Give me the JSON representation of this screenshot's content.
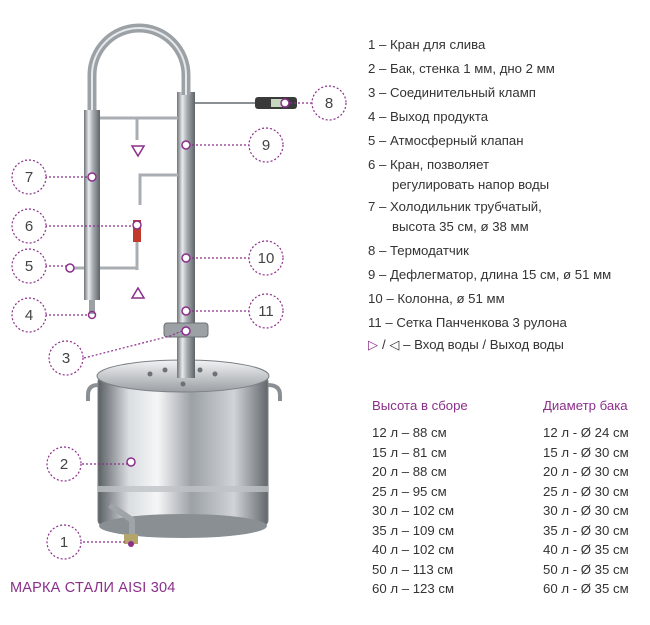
{
  "legend": {
    "items": [
      {
        "num": "1",
        "text": "1 – Кран для слива"
      },
      {
        "num": "2",
        "text": "2 – Бак, стенка 1 мм, дно 2 мм"
      },
      {
        "num": "3",
        "text": "3 – Соединительный кламп"
      },
      {
        "num": "4",
        "text": "4 – Выход продукта"
      },
      {
        "num": "5",
        "text": "5 – Атмосферный клапан"
      },
      {
        "num": "6",
        "text": "6 – Кран, позволяет",
        "cont": "регулировать напор воды"
      },
      {
        "num": "7",
        "text": "7 – Холодильник трубчатый,",
        "cont": "высота 35 см, ø 38 мм"
      },
      {
        "num": "8",
        "text": "8 – Термодатчик"
      },
      {
        "num": "9",
        "text": "9 – Дефлегматор, длина 15 см, ø 51 мм"
      },
      {
        "num": "10",
        "text": "10 – Колонна, ø 51 мм"
      },
      {
        "num": "11",
        "text": "11 – Сетка Панченкова 3 рулона"
      }
    ],
    "water_note": "/ ◁ – Вход воды / Выход воды",
    "water_in_symbol": "▷"
  },
  "table": {
    "height_header": "Высота в сборе",
    "diameter_header": "Диаметр бака",
    "rows": [
      {
        "height": "12 л – 88 см",
        "diameter": "12 л - Ø 24 см"
      },
      {
        "height": "15 л – 81 см",
        "diameter": "15 л - Ø 30 см"
      },
      {
        "height": "20 л – 88 см",
        "diameter": "20 л - Ø 30 см"
      },
      {
        "height": "25 л – 95 см",
        "diameter": "25 л - Ø 30 см"
      },
      {
        "height": "30 л – 102 см",
        "diameter": "30 л - Ø 30 см"
      },
      {
        "height": "35 л – 109 см",
        "diameter": "35 л - Ø 30 см"
      },
      {
        "height": "40 л – 102 см",
        "diameter": "40 л - Ø 35 см"
      },
      {
        "height": "50 л – 113 см",
        "diameter": "50 л - Ø 35 см"
      },
      {
        "height": "60 л – 123 см",
        "diameter": "60 л - Ø 35 см"
      }
    ]
  },
  "steel_grade": "МАРКА СТАЛИ AISI 304",
  "callouts": [
    "1",
    "2",
    "3",
    "4",
    "5",
    "6",
    "7",
    "8",
    "9",
    "10",
    "11"
  ],
  "colors": {
    "accent": "#8b2f8b",
    "steel": "#b8bcc0",
    "text": "#333333"
  },
  "icons": {
    "water_in": "triangle-right-icon",
    "water_out": "triangle-left-icon"
  }
}
